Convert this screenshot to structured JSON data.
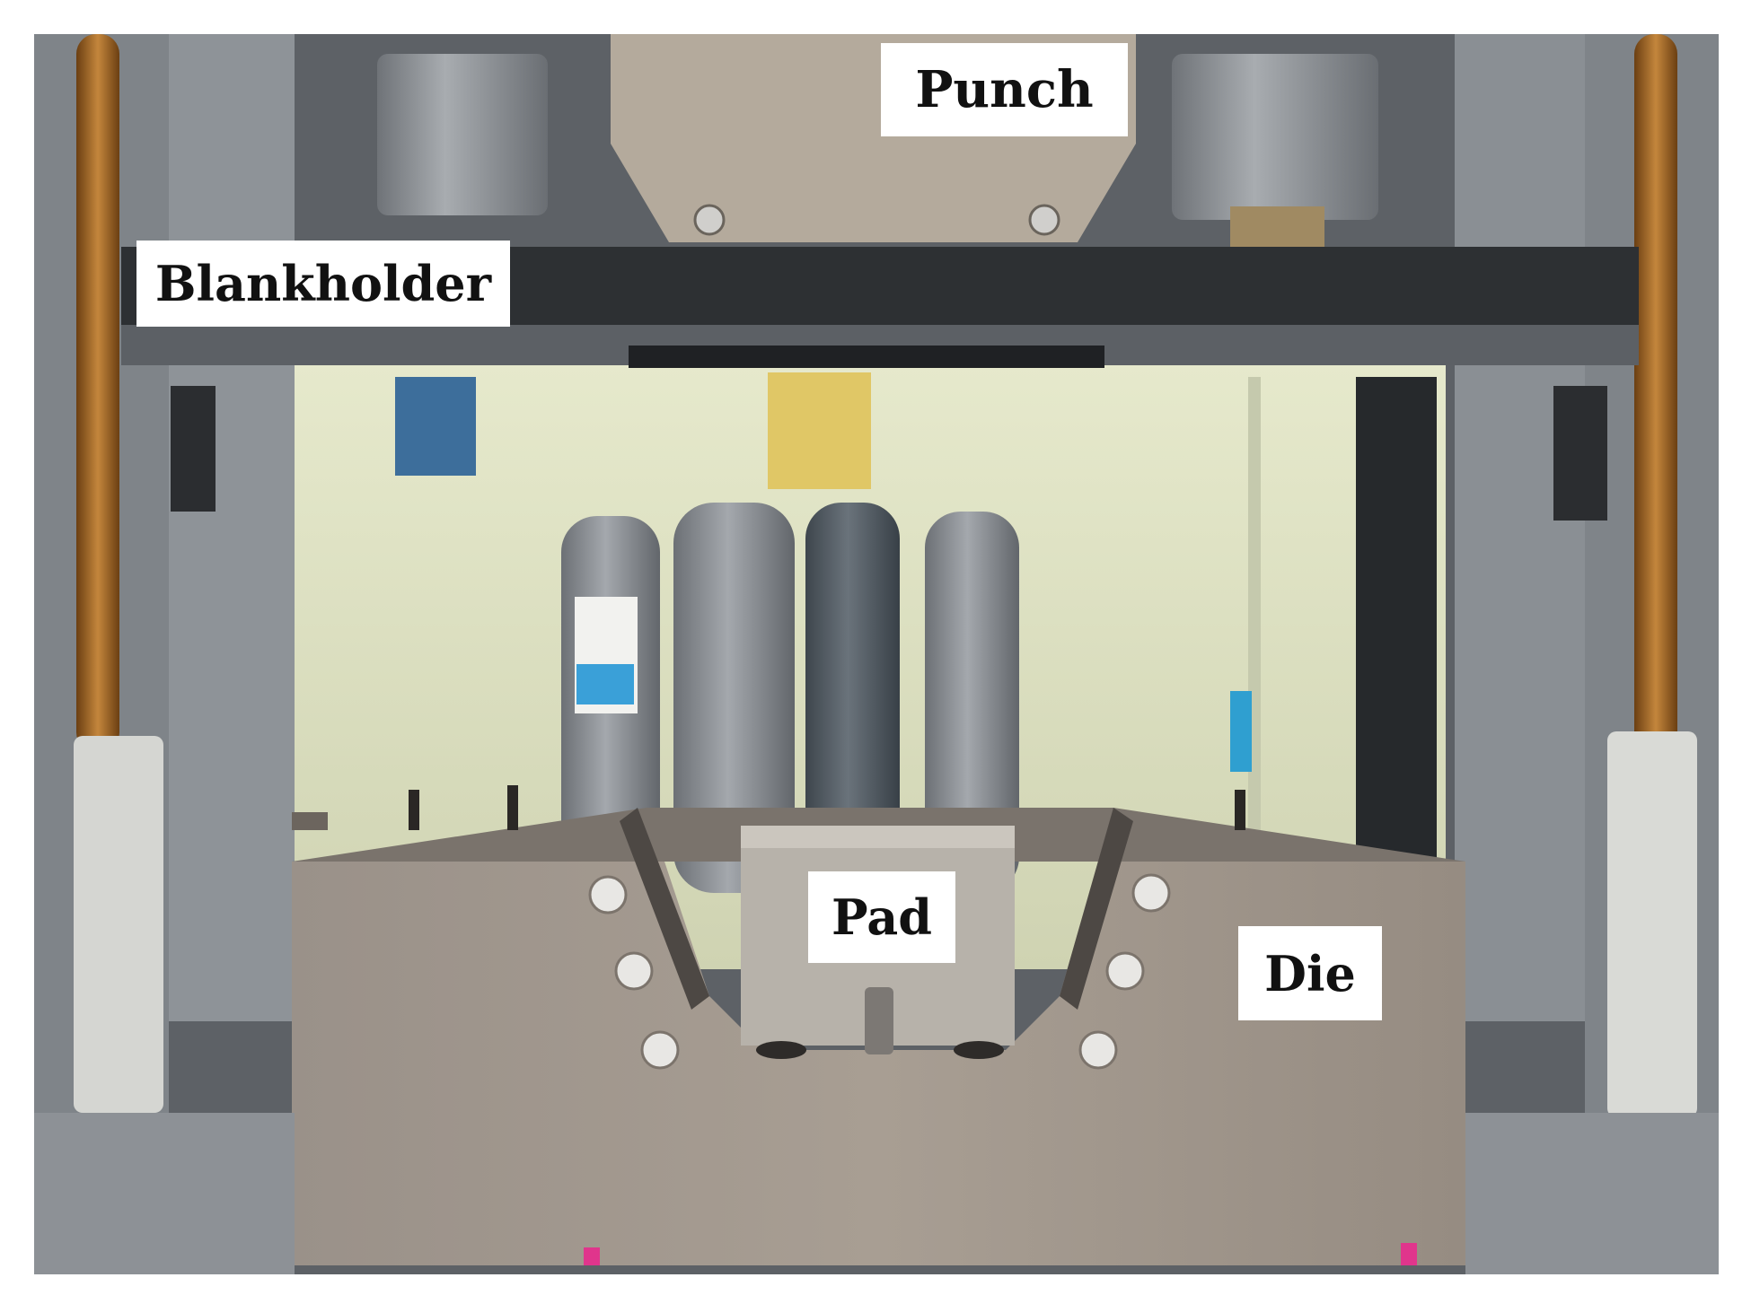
{
  "labels": {
    "punch": "Punch",
    "blankholder": "Blankholder",
    "pad": "Pad",
    "die": "Die"
  },
  "colors": {
    "background_wall": "#dfe3c0",
    "steel_die": "#a0968c",
    "blankholder_plate": "#2d3033",
    "label_bg": "#ffffff",
    "label_text": "#111111"
  }
}
